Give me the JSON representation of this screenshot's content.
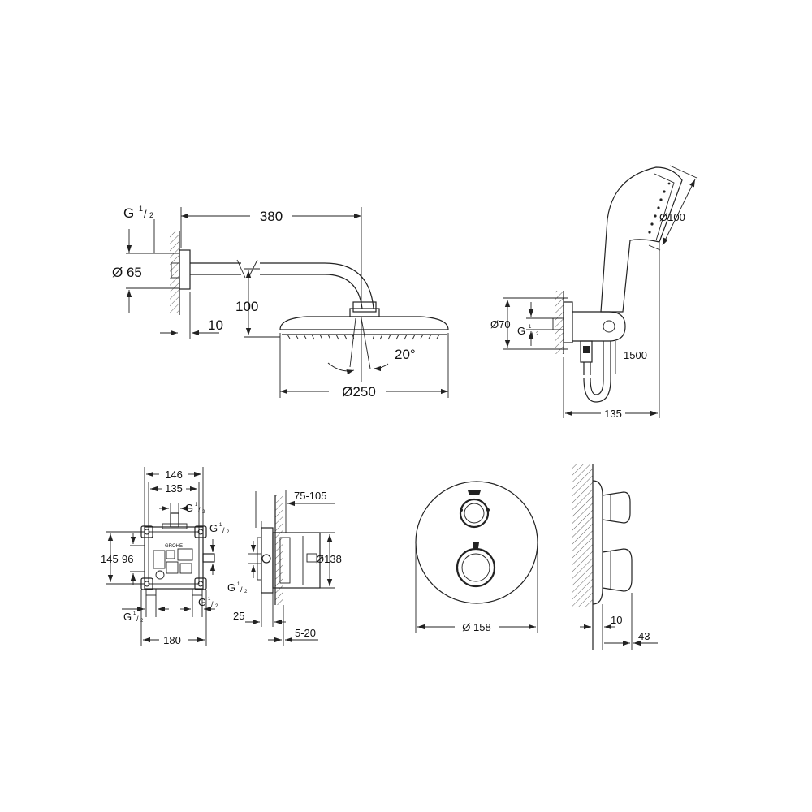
{
  "headshower": {
    "width_380": "380",
    "g_label": "G",
    "thread_num": "1",
    "thread_den": "2",
    "dia_65": "Ø 65",
    "drop_100": "100",
    "wall_10": "10",
    "angle_20": "20°",
    "dia_250": "Ø250"
  },
  "handshower": {
    "dia_100": "Ø100",
    "dia_70": "Ø70",
    "g_label": "G",
    "thread_num": "1",
    "thread_den": "2",
    "hose_1500": "1500",
    "width_135": "135"
  },
  "box_front": {
    "w146": "146",
    "w135": "135",
    "g_top": "G",
    "g_right": "G",
    "g_bl": "G",
    "g_br": "G",
    "thread_num": "1",
    "thread_den": "2",
    "h145": "145",
    "h96": "96",
    "w180": "180",
    "brand": "GROHE"
  },
  "box_side": {
    "d75_105": "75-105",
    "dia_138": "Ø138",
    "g_left": "G",
    "thread_num": "1",
    "thread_den": "2",
    "d25": "25",
    "d5_20": "5-20"
  },
  "trim": {
    "dia_158": "Ø 158",
    "d10": "10",
    "d43": "43"
  }
}
